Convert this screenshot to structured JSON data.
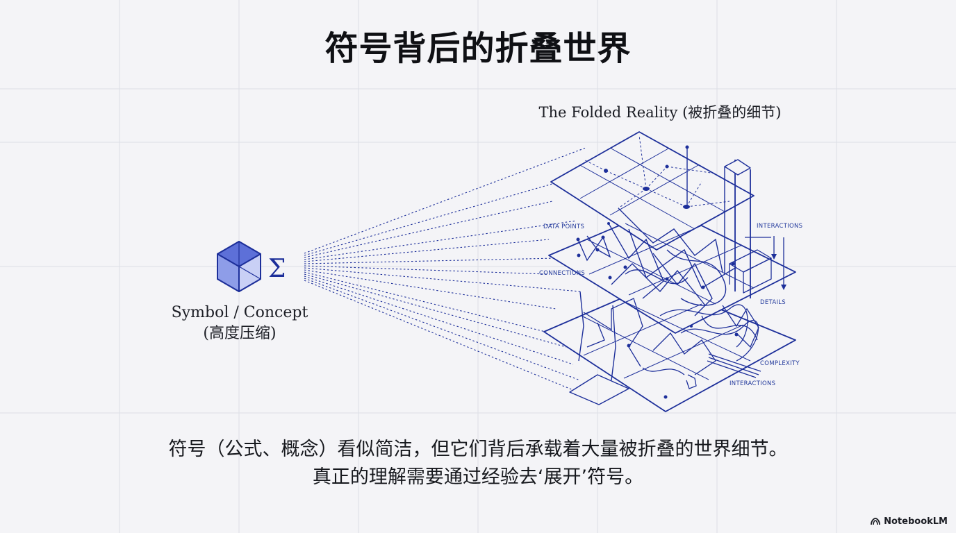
{
  "title": "符号背后的折叠世界",
  "diagram": {
    "folded_label": "The Folded Reality (被折叠的细节)",
    "symbol_label_line1": "Symbol / Concept",
    "symbol_label_line2": "(高度压缩)",
    "sigma_glyph": "Σ",
    "layer_labels": {
      "data_points": "DATA POINTS",
      "connections": "CONNECTIONS",
      "interactions_top": "INTERACTIONS",
      "details": "DETAILS",
      "complexity": "COMPLEXITY",
      "interactions_bottom": "INTERACTIONS"
    },
    "colors": {
      "ink": "#1d2f9a",
      "cube_fill": "#7d8fe6",
      "grid": "#d9dbe3",
      "background": "#f4f4f7"
    },
    "icons": [
      "cube-icon",
      "sigma-icon"
    ]
  },
  "caption": {
    "line1": "符号（公式、概念）看似简洁，但它们背后承载着大量被折叠的世界细节。",
    "line2": "真正的理解需要通过经验去‘展开’符号。"
  },
  "brand": {
    "name": "NotebookLM",
    "icon": "notebooklm-logo-icon"
  }
}
